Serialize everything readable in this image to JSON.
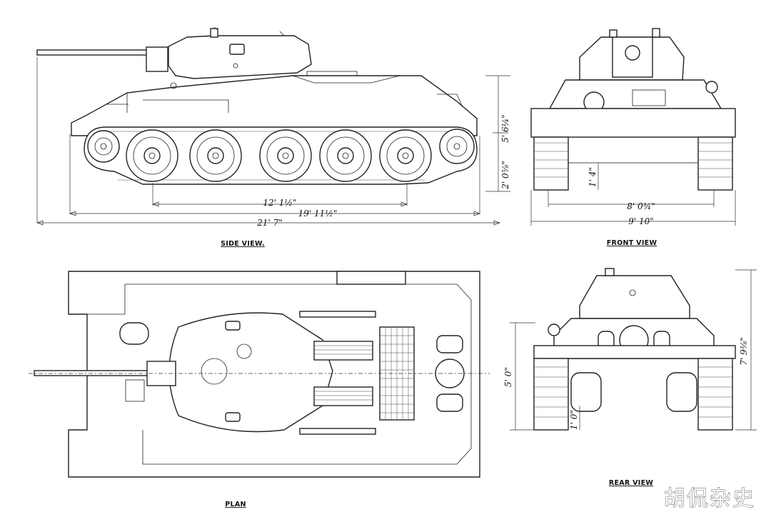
{
  "views": {
    "side": {
      "caption": "SIDE VIEW.",
      "dims": {
        "overall_length": "21' 7\"",
        "hull_length": "19' 11½\"",
        "track_contact": "12' 1½\"",
        "height": "5' 6¼\"",
        "hull_height": "2' 0⅝\""
      }
    },
    "front": {
      "caption": "FRONT VIEW",
      "dims": {
        "track_width": "8' 0¾\"",
        "overall_width": "9' 10\"",
        "clearance": "1' 4\""
      }
    },
    "plan": {
      "caption": "PLAN"
    },
    "rear": {
      "caption": "REAR VIEW",
      "dims": {
        "hull_height": "5' 0\"",
        "overall_height": "7' 9⅜\"",
        "ground_offset": "1' 0\""
      }
    }
  },
  "watermark": "胡侃杂史"
}
